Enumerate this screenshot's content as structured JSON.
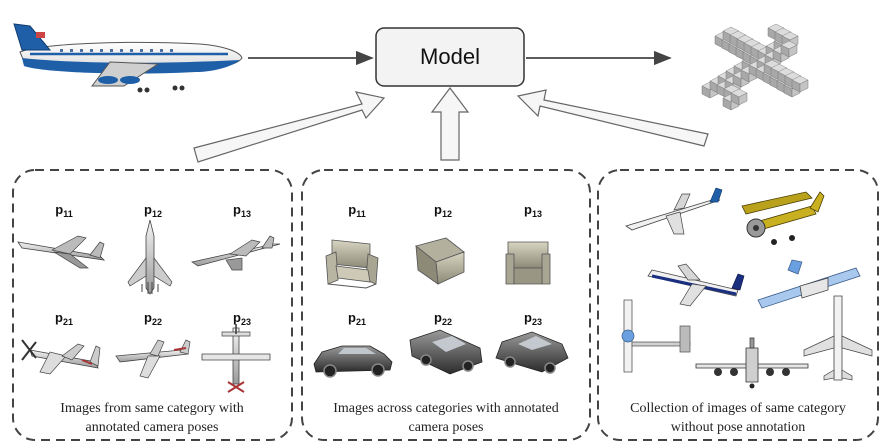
{
  "model": {
    "label": "Model"
  },
  "panels": [
    {
      "caption_line1": "Images from same category with",
      "caption_line2": "annotated camera poses",
      "labels": [
        {
          "base": "p",
          "sub": "11"
        },
        {
          "base": "p",
          "sub": "12"
        },
        {
          "base": "p",
          "sub": "13"
        },
        {
          "base": "p",
          "sub": "21"
        },
        {
          "base": "p",
          "sub": "22"
        },
        {
          "base": "p",
          "sub": "23"
        }
      ]
    },
    {
      "caption_line1": "Images across categories with annotated",
      "caption_line2": "camera poses",
      "labels": [
        {
          "base": "p",
          "sub": "11"
        },
        {
          "base": "p",
          "sub": "12"
        },
        {
          "base": "p",
          "sub": "13"
        },
        {
          "base": "p",
          "sub": "21"
        },
        {
          "base": "p",
          "sub": "22"
        },
        {
          "base": "p",
          "sub": "23"
        }
      ]
    },
    {
      "caption_line1": "Collection of images of same category",
      "caption_line2": "without pose annotation",
      "labels": []
    }
  ],
  "colors": {
    "jet_blue": "#1f5fa8",
    "jet_body": "#f2f2f2",
    "voxel": "#b5b5b5",
    "yellow_plane": "#c8b020",
    "model_box": "#f3f3f3"
  }
}
